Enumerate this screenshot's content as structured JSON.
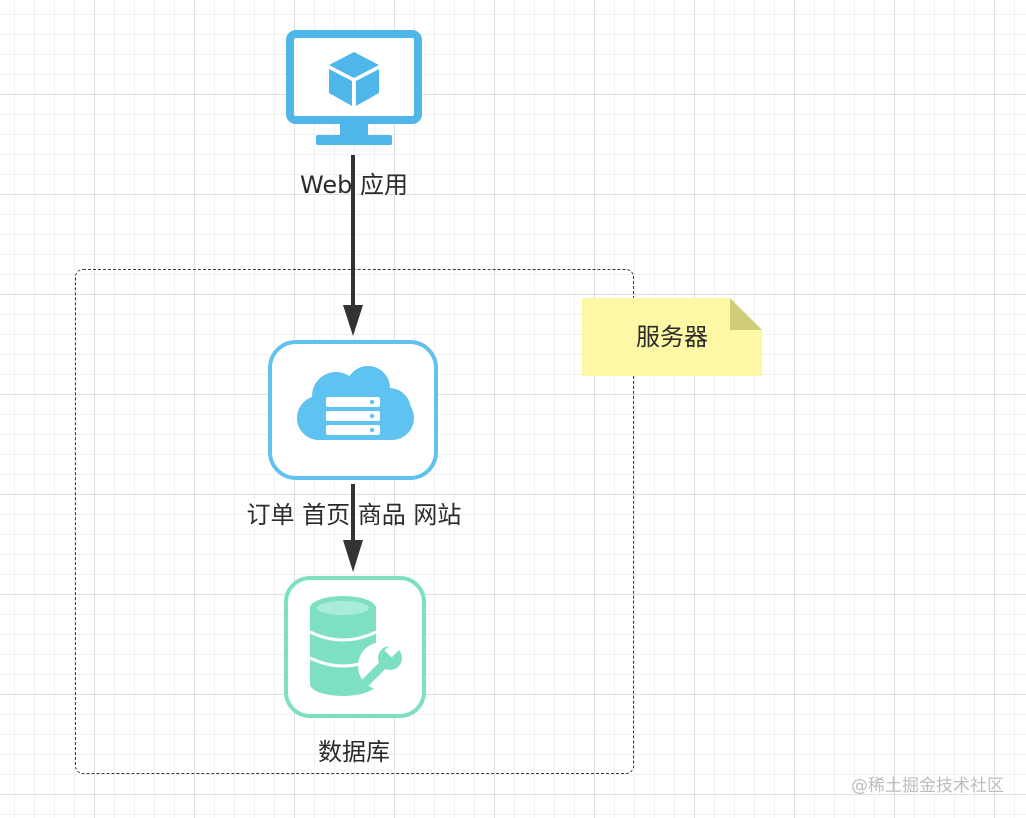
{
  "nodes": {
    "web_app": {
      "label": "Web 应用",
      "icon": "monitor-cube-icon",
      "color": "#4fb6ea"
    },
    "server": {
      "label": "订单 首页 商品 网站",
      "icon": "cloud-server-icon",
      "color": "#61c2f0"
    },
    "database": {
      "label": "数据库",
      "icon": "database-wrench-icon",
      "color": "#7ee0c2"
    }
  },
  "group": {
    "name": "server-group-boundary",
    "border_color": "#3a3a3a"
  },
  "note": {
    "label": "服务器",
    "color": "#fdf8a6",
    "fold_color": "#cfcc7a"
  },
  "edges": [
    {
      "from": "web_app",
      "to": "server"
    },
    {
      "from": "server",
      "to": "database"
    }
  ],
  "watermark": "@稀土掘金技术社区"
}
